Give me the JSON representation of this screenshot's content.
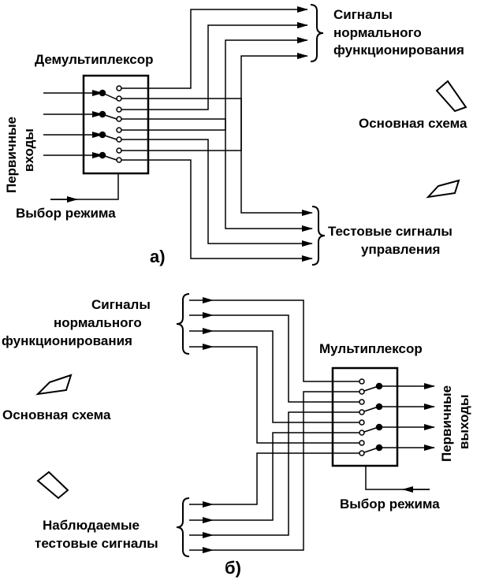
{
  "panel_a": {
    "label": "а)",
    "device": "Демультиплексор",
    "inputs_label_line1": "Первичные",
    "inputs_label_line2": "входы",
    "mode_select": "Выбор режима",
    "main_circuit": "Основная схема",
    "normal_signals": [
      "Сигналы",
      "нормального",
      "функционирования"
    ],
    "test_signals": [
      "Тестовые сигналы",
      "управления"
    ]
  },
  "panel_b": {
    "label": "б)",
    "device": "Мультиплексор",
    "outputs_label_line1": "Первичные",
    "outputs_label_line2": "выходы",
    "mode_select": "Выбор режима",
    "main_circuit": "Основная схема",
    "normal_signals": [
      "Сигналы",
      "нормального",
      "функционирования"
    ],
    "observed_signals": [
      "Наблюдаемые",
      "тестовые сигналы"
    ]
  }
}
